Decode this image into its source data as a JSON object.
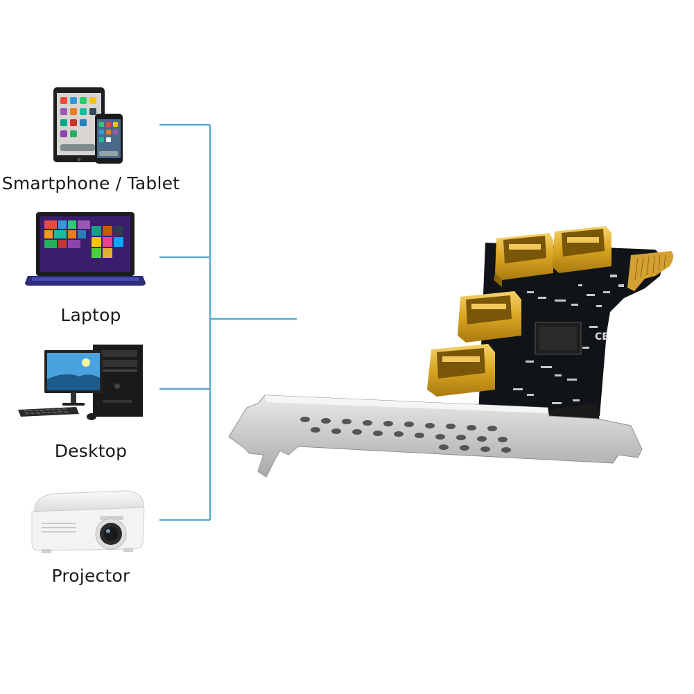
{
  "devices": [
    {
      "name": "smartphone-tablet",
      "label": "Smartphone / Tablet"
    },
    {
      "name": "laptop",
      "label": "Laptop"
    },
    {
      "name": "desktop",
      "label": "Desktop"
    },
    {
      "name": "projector",
      "label": "Projector"
    }
  ],
  "colors": {
    "connector_line": "#5aa9c9",
    "pcb": "#101418",
    "gold": "#d9a521",
    "bracket": "#c9c9c9"
  },
  "product": {
    "usb_port_count": 4,
    "card_label_ce": "CE"
  }
}
